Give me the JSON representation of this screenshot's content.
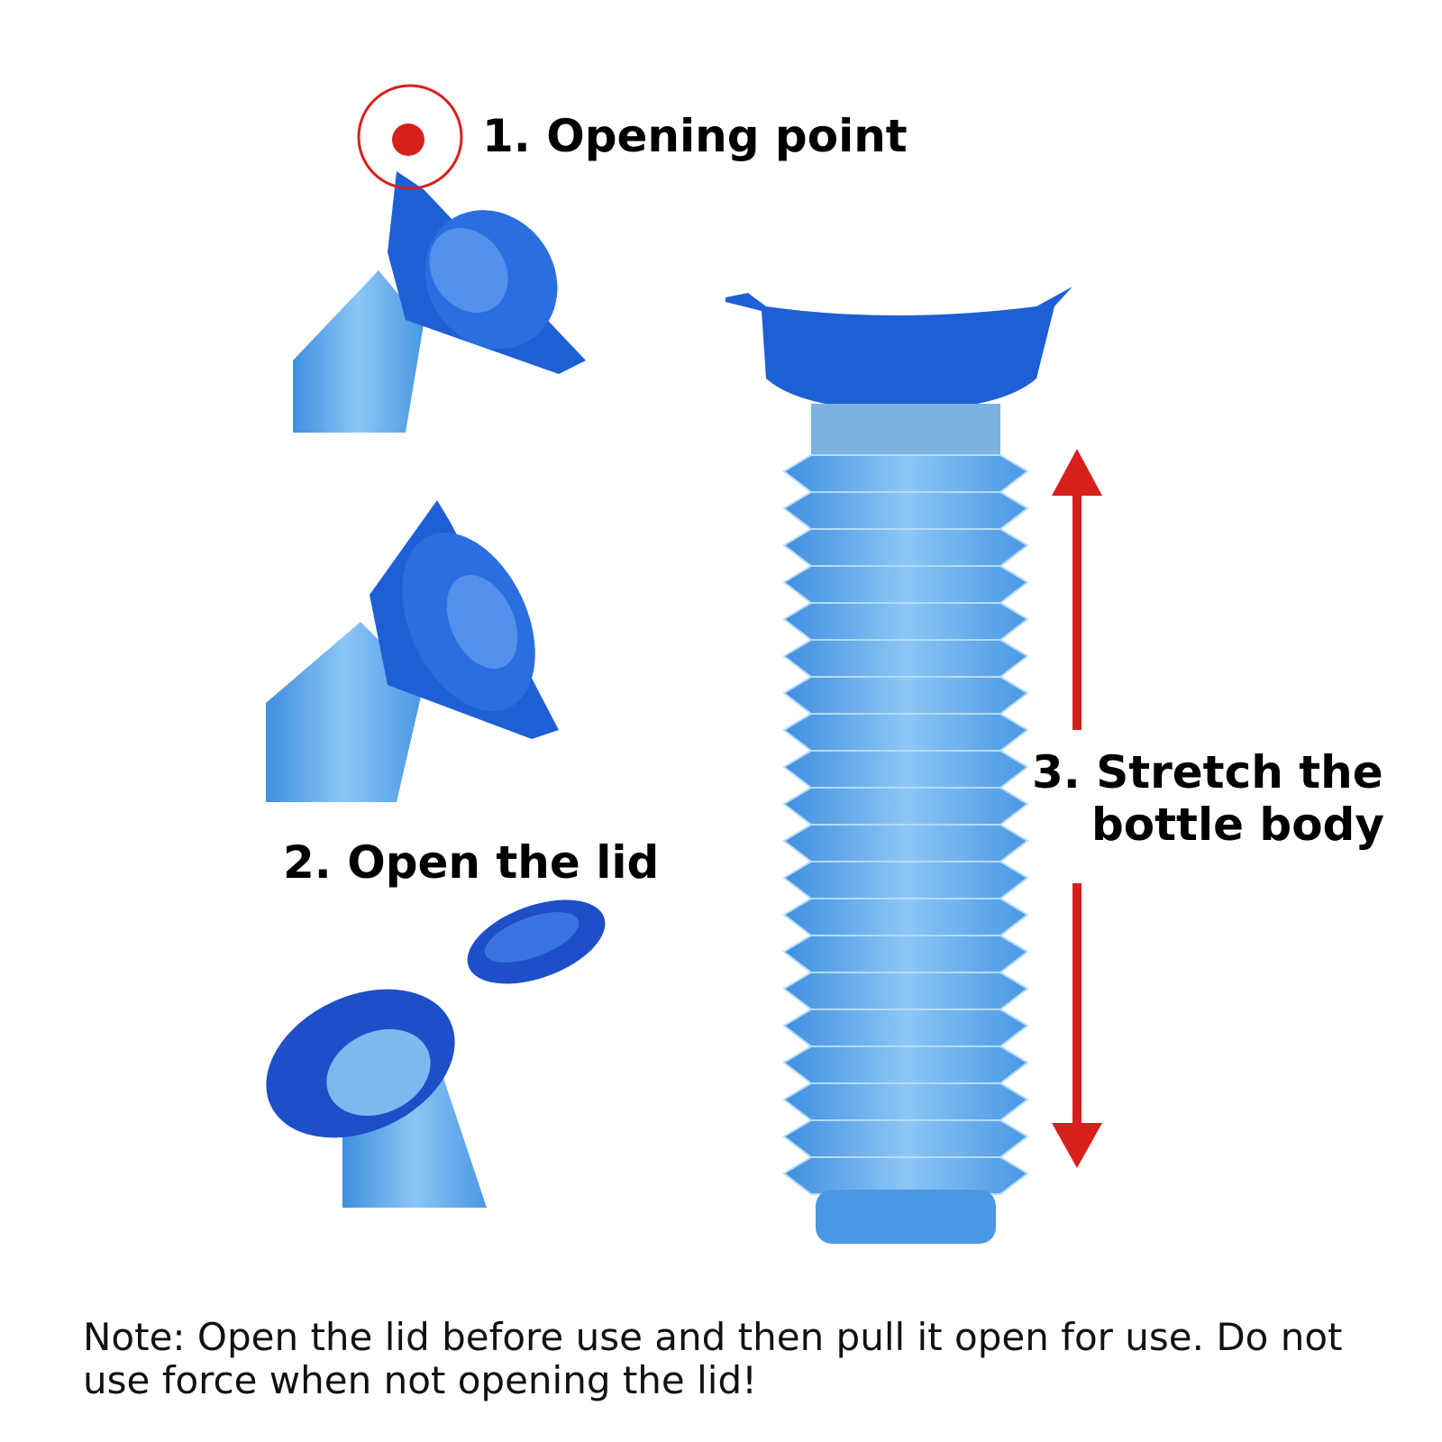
{
  "steps": {
    "step1": "1. Opening point",
    "step2": "2. Open the lid",
    "step3_line1": "3. Stretch the",
    "step3_line2": "bottle body"
  },
  "note": "Note: Open the lid before use and then pull it open for use. Do not use force when not opening the lid!",
  "colors": {
    "accent_red": "#d6201c",
    "funnel_blue": "#1f5fd6",
    "body_blue": "#5aa8ea"
  }
}
